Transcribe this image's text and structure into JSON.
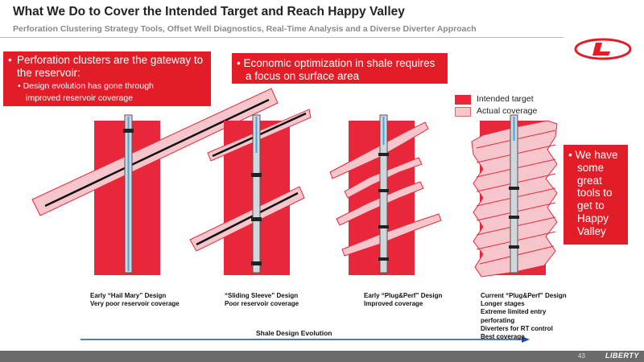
{
  "header": {
    "title": "What We Do to Cover the Intended Target and Reach Happy Valley",
    "subtitle": "Perforation Clustering Strategy Tools, Offset Well Diagnostics, Real-Time Analysis and a Diverse Diverter Approach"
  },
  "callouts": {
    "left": {
      "bullet": "Perforation clusters are the gateway to the reservoir:",
      "bullet_line1": "Perforation clusters are the gateway to",
      "bullet_line2": "the reservoir:",
      "sub": "Design evolution has gone through improved reservoir coverage",
      "sub_line1": "Design evolution has gone through",
      "sub_line2": "improved reservoir coverage"
    },
    "middle": {
      "line1": "Economic optimization in shale requires",
      "line2": "a focus on surface area"
    },
    "right": {
      "lines": [
        "We have",
        "some",
        "great",
        "tools to",
        "get to",
        "Happy",
        "Valley"
      ]
    }
  },
  "legend": {
    "intended": "Intended target",
    "actual": "Actual coverage"
  },
  "designs": [
    {
      "lines": [
        "Early “Hail Mary” Design",
        "Very poor reservoir coverage"
      ]
    },
    {
      "lines": [
        "“Sliding Sleeve” Design",
        "Poor reservoir coverage"
      ]
    },
    {
      "lines": [
        "Early “Plug&Perf” Design",
        "Improved coverage"
      ]
    },
    {
      "lines": [
        "Current “Plug&Perf” Design",
        "Longer stages",
        "Extreme limited entry",
        "perforating",
        "Diverters for RT control",
        "Best coverage"
      ]
    }
  ],
  "evolution_label": "Shale Design Evolution",
  "footer": {
    "page": "43",
    "brand": "LIBERTY"
  },
  "colors": {
    "intended": "#e8283a",
    "actual": "#f7c6cc",
    "accent": "#e21d28"
  }
}
